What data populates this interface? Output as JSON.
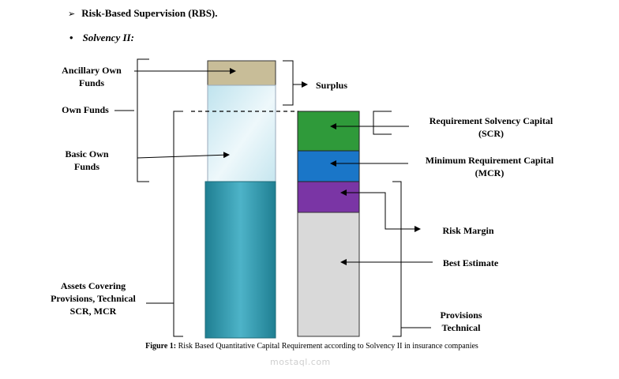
{
  "header": {
    "bullet1": "Risk-Based Supervision (RBS).",
    "bullet2": "Solvency II:"
  },
  "labels": {
    "ancillary_own_funds": "Ancillary Own Funds",
    "own_funds": "Own Funds",
    "basic_own_funds": "Basic Own Funds",
    "assets_covering": "Assets Covering Provisions, Technical SCR, MCR",
    "surplus": "Surplus",
    "scr": "Requirement Solvency Capital (SCR)",
    "mcr": "Minimum Requirement Capital (MCR)",
    "risk_margin": "Risk Margin",
    "best_estimate": "Best Estimate",
    "provisions_technical": "Provisions Technical"
  },
  "caption": {
    "prefix": "Figure 1:",
    "text": "Risk Based Quantitative Capital Requirement according to Solvency II in insurance companies"
  },
  "watermark": "mostaql.com",
  "colors": {
    "ancillary": "#c8bd98",
    "basic_own_funds": "#cfe9f1",
    "assets": "#3aa0b5",
    "scr": "#2f9a3a",
    "mcr": "#1a76c8",
    "risk_margin": "#7a35a5",
    "best_estimate": "#d9d9d9"
  }
}
